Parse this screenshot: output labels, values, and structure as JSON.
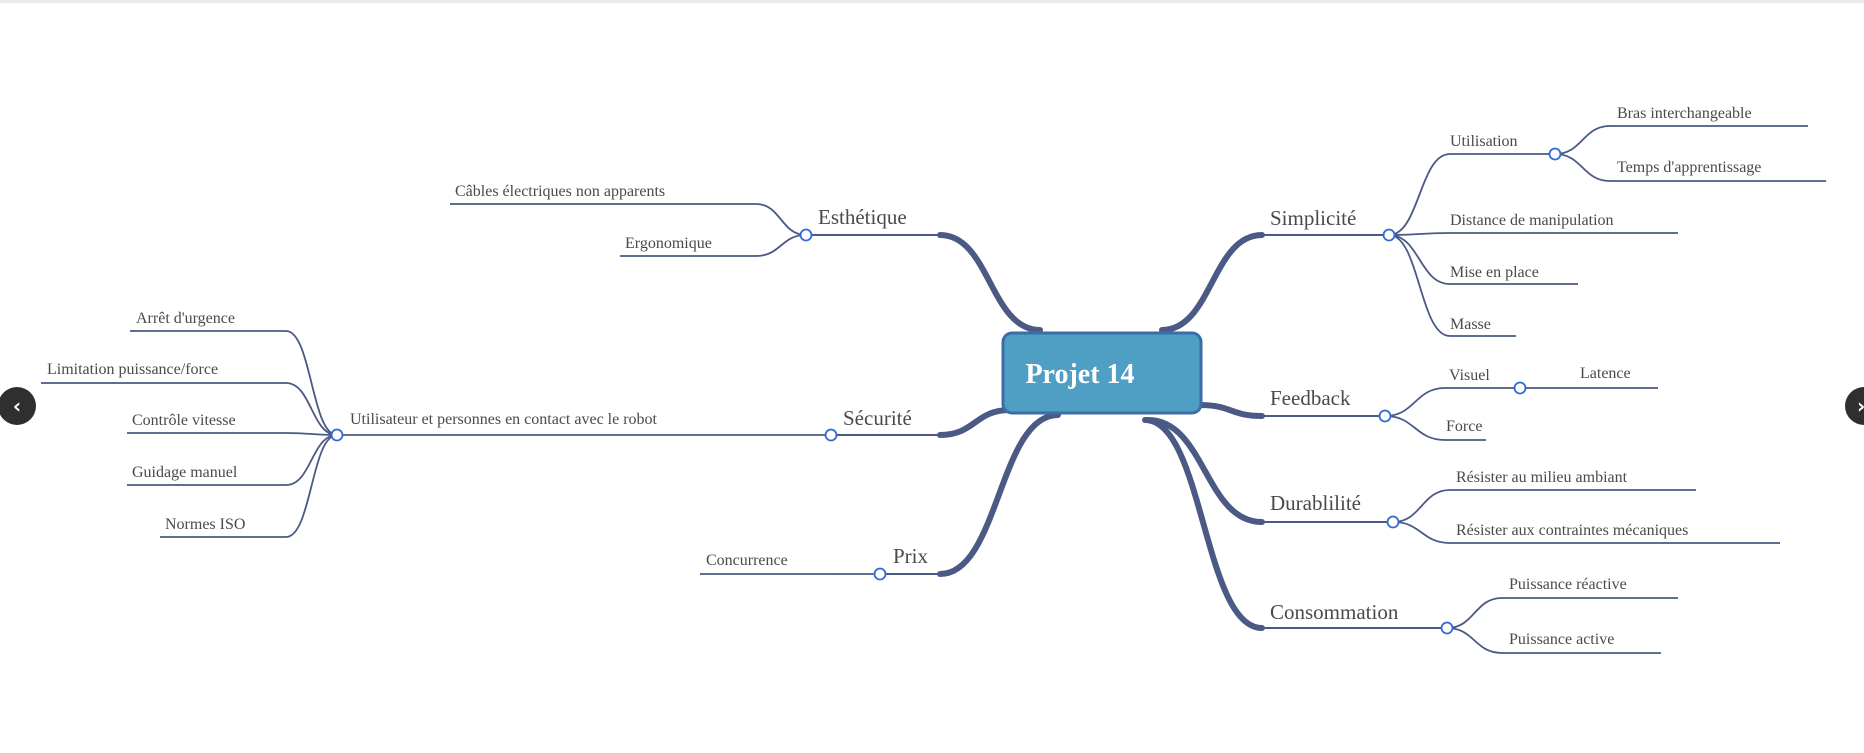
{
  "colors": {
    "line": "#4a5a85",
    "root_fill": "#4f9fc5",
    "root_border": "#3a6ea5",
    "node_ring": "#2f6bd3"
  },
  "icons": {
    "prev": "chevron-left-icon",
    "next": "chevron-right-icon"
  },
  "mindmap": {
    "root": "Projet 14",
    "branches": [
      {
        "label": "Simplicité",
        "children": [
          {
            "label": "Utilisation",
            "children": [
              {
                "label": "Bras interchangeable"
              },
              {
                "label": "Temps d'apprentissage"
              }
            ]
          },
          {
            "label": "Distance de manipulation"
          },
          {
            "label": "Mise en place"
          },
          {
            "label": "Masse"
          }
        ]
      },
      {
        "label": "Feedback",
        "children": [
          {
            "label": "Visuel",
            "children": [
              {
                "label": "Latence"
              }
            ]
          },
          {
            "label": "Force"
          }
        ]
      },
      {
        "label": "Durablilité",
        "children": [
          {
            "label": "Résister au milieu ambiant"
          },
          {
            "label": "Résister aux contraintes mécaniques"
          }
        ]
      },
      {
        "label": "Consommation",
        "children": [
          {
            "label": "Puissance réactive"
          },
          {
            "label": "Puissance active"
          }
        ]
      },
      {
        "label": "Esthétique",
        "children": [
          {
            "label": "Câbles électriques non apparents"
          },
          {
            "label": "Ergonomique"
          }
        ]
      },
      {
        "label": "Sécurité",
        "children": [
          {
            "label": "Utilisateur et personnes en contact avec le robot",
            "children": [
              {
                "label": "Arrêt d'urgence"
              },
              {
                "label": "Limitation puissance/force"
              },
              {
                "label": "Contrôle vitesse"
              },
              {
                "label": "Guidage manuel"
              },
              {
                "label": "Normes ISO"
              }
            ]
          }
        ]
      },
      {
        "label": "Prix",
        "children": [
          {
            "label": "Concurrence"
          }
        ]
      }
    ]
  }
}
